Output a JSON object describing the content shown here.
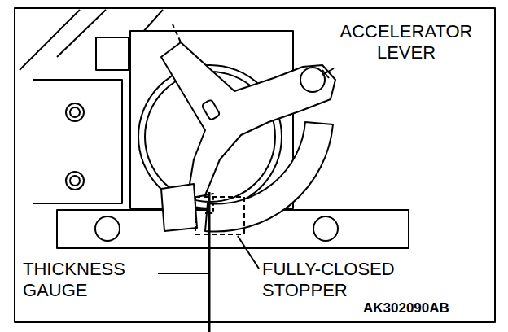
{
  "diagram": {
    "labels": [
      "ACCELERATOR LEVER",
      "THICKNESS GAUGE",
      "FULLY-CLOSED STOPPER",
      "AK302090AB"
    ]
  }
}
